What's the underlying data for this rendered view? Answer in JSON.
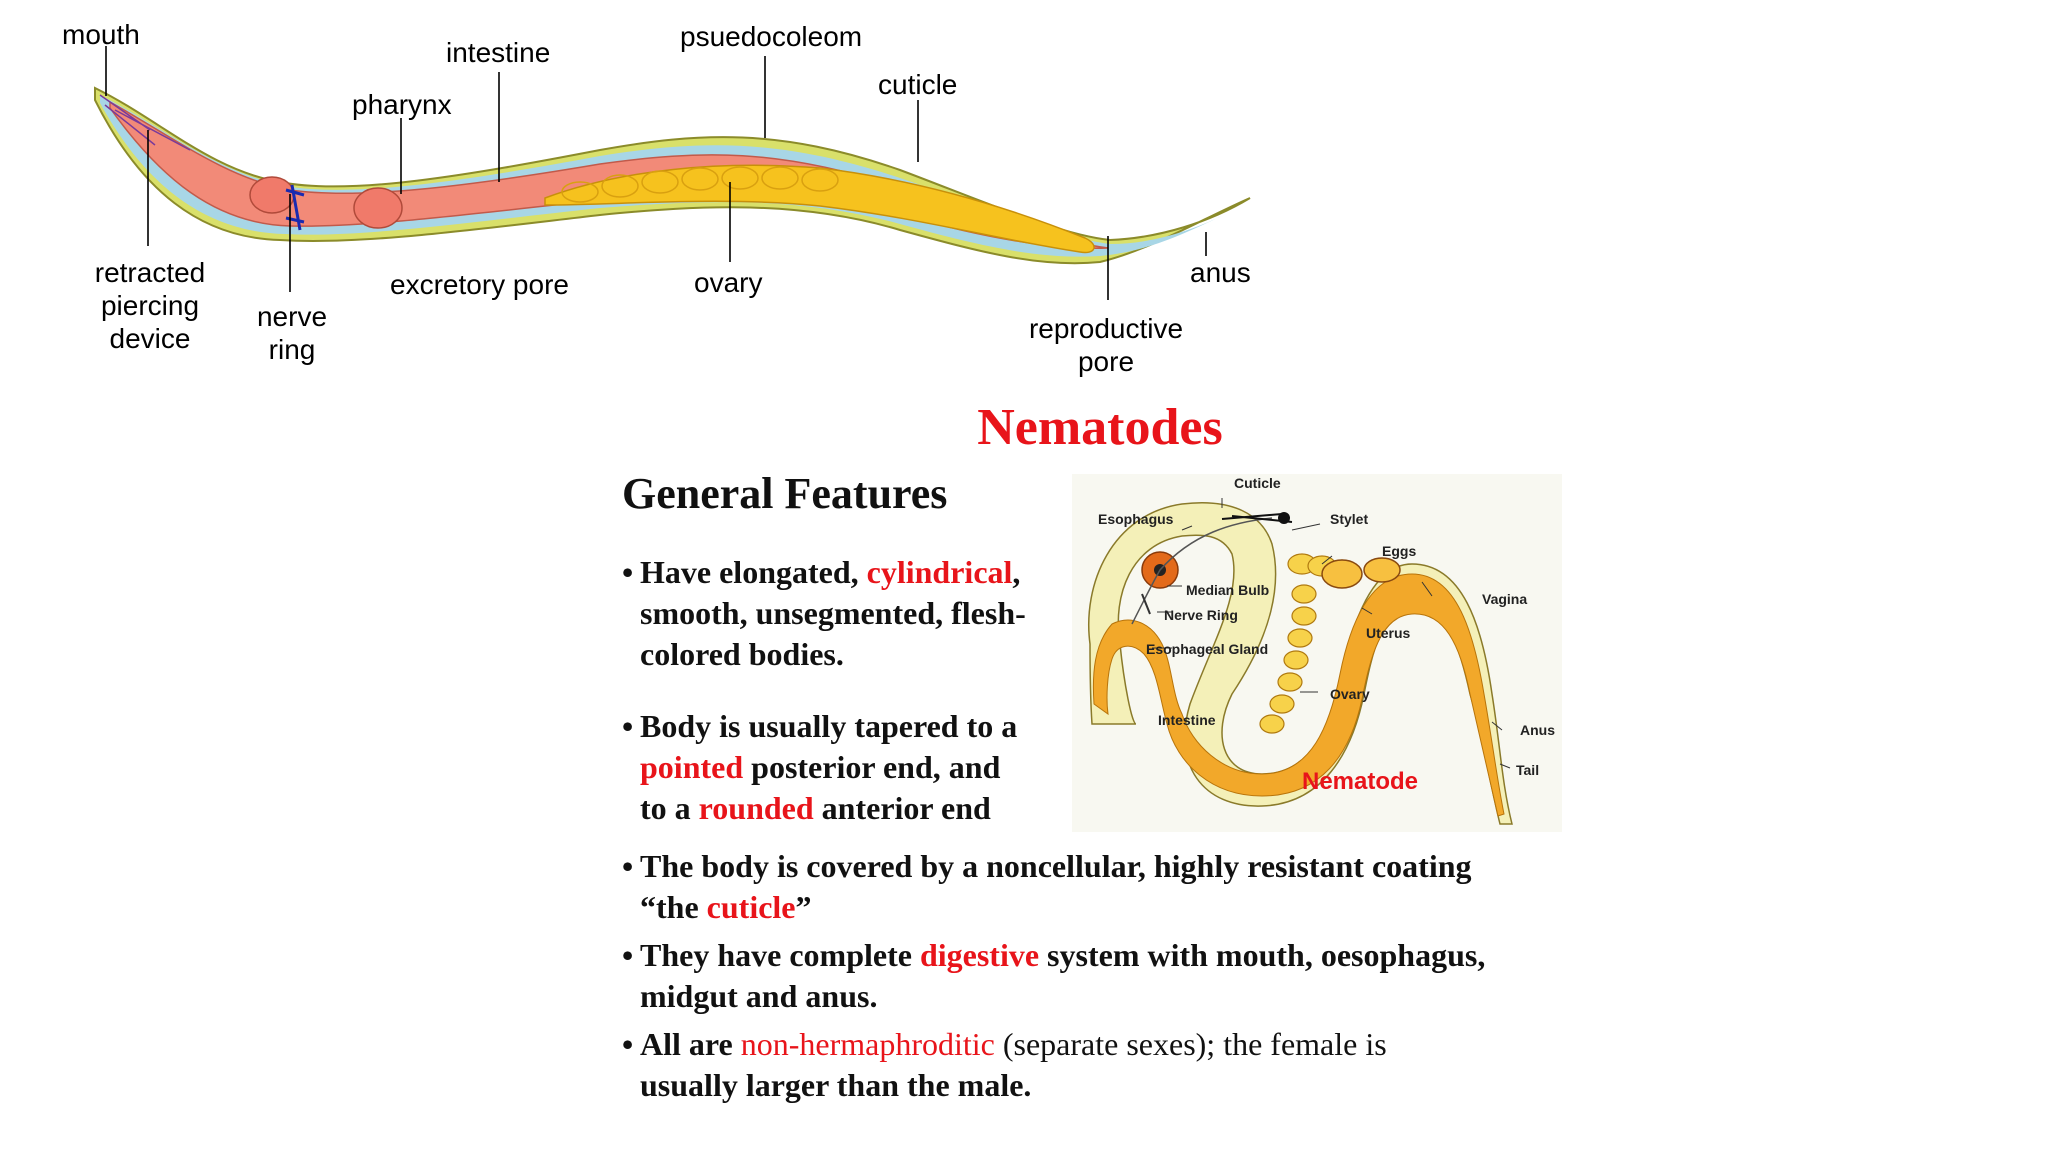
{
  "worm_labels": {
    "mouth": "mouth",
    "intestine": "intestine",
    "pharynx": "pharynx",
    "pseudocoelom": "psuedocoleom",
    "cuticle": "cuticle",
    "retracted_line1": "retracted",
    "retracted_line2": "piercing",
    "retracted_line3": "device",
    "nerve_line1": "nerve",
    "nerve_line2": "ring",
    "excretory": "excretory pore",
    "ovary": "ovary",
    "anus": "anus",
    "repro_line1": "reproductive",
    "repro_line2": "pore"
  },
  "title": "Nematodes",
  "subtitle": "General Features",
  "bullets": {
    "b1": {
      "t1": "Have elongated, ",
      "red": "cylindrical",
      "t2": ",",
      "l2": "smooth, unsegmented, flesh-",
      "l3": "colored bodies."
    },
    "b2": {
      "l1": "Body is usually tapered to a",
      "red1": "pointed",
      "t1": " posterior end, and",
      "t2": "to a ",
      "red2": "rounded",
      "t3": " anterior end"
    },
    "b3": {
      "l1": " The body is covered by a noncellular, highly resistant coating",
      "t1": "“the ",
      "red": "cuticle",
      "t2": "”"
    },
    "b4": {
      "t1": " They have complete ",
      "red": "digestive",
      "t2": " system with mouth, oesophagus,",
      "l2": "midgut and anus."
    },
    "b5": {
      "t1": "All are ",
      "red": "non-hermaphroditic",
      "t2": " (separate sexes); the female is",
      "l2": "usually larger than the male."
    }
  },
  "nematode_labels": {
    "cuticle": "Cuticle",
    "esophagus": "Esophagus",
    "stylet": "Stylet",
    "eggs": "Eggs",
    "median_bulb": "Median Bulb",
    "nerve_ring": "Nerve Ring",
    "vagina": "Vagina",
    "uterus": "Uterus",
    "esophageal_gland": "Esophageal Gland",
    "ovary": "Ovary",
    "intestine": "Intestine",
    "anus": "Anus",
    "tail": "Tail",
    "caption": "Nematode"
  },
  "colors": {
    "accent_red": "#e8141a",
    "worm_orange": "#f0a020",
    "worm_pink": "#f08070",
    "worm_blue": "#9fd3e8"
  }
}
